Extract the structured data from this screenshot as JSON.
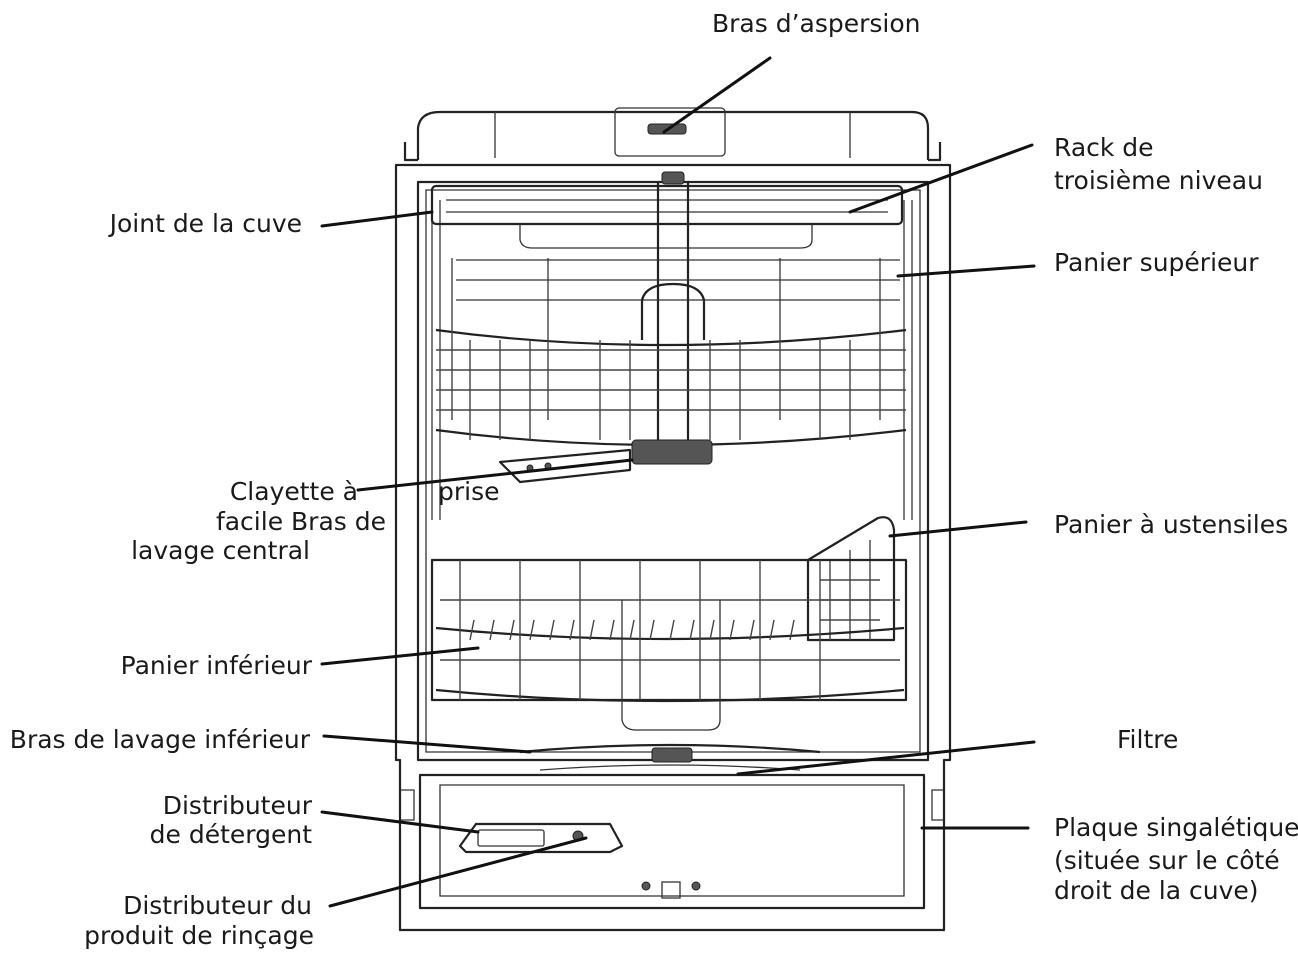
{
  "labels": {
    "spray_arm": "Bras d’aspersion",
    "third_rack_l1": "Rack de",
    "third_rack_l2": "troisième niveau",
    "tub_gasket": "Joint de la cuve",
    "upper_rack": "Panier supérieur",
    "shelf_l1": "Clayette à",
    "shelf_l1b": "prise",
    "shelf_l2": "facile Bras de",
    "shelf_l3": "lavage central",
    "utensil_basket": "Panier à ustensiles",
    "lower_rack": "Panier inférieur",
    "lower_arm": "Bras de lavage inférieur",
    "filter": "Filtre",
    "detergent_l1": "Distributeur",
    "detergent_l2": "de détergent",
    "rating_l1": "Plaque singalétique",
    "rating_l2": "(située sur le côté",
    "rating_l3": "droit de la cuve)",
    "rinse_l1": "Distributeur du",
    "rinse_l2": "produit de rinçage"
  }
}
